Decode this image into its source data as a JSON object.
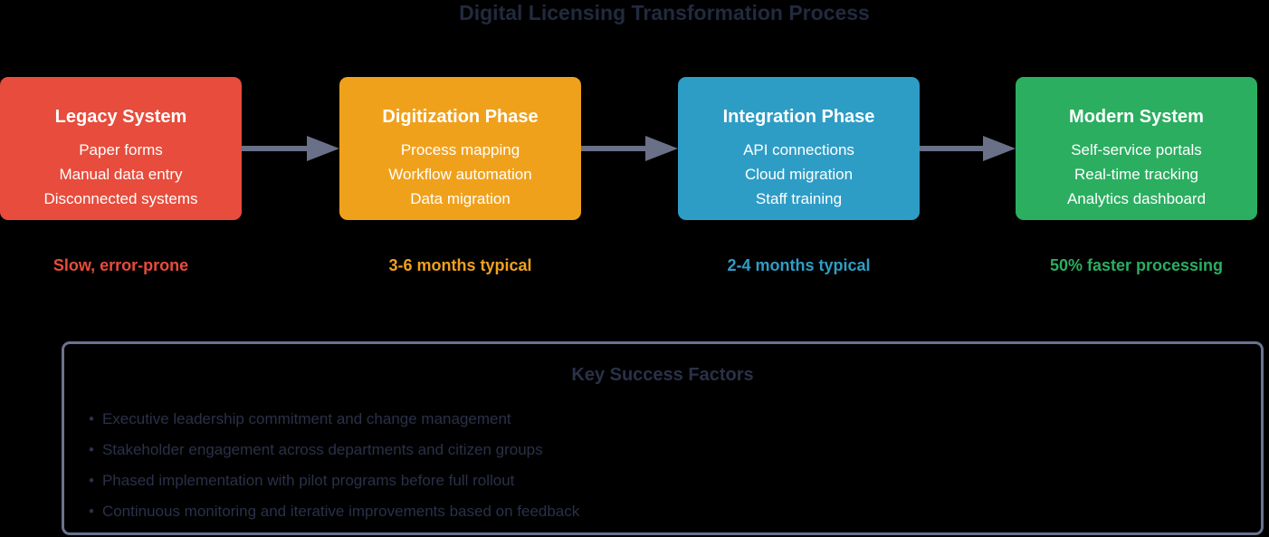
{
  "title": "Digital Licensing Transformation Process",
  "colors": {
    "background": "#000000",
    "heading_text": "#222A3E",
    "arrow": "#697087",
    "panel_border": "#6A7390",
    "panel_text": "#2A3148",
    "box_text": "#FFFFFF"
  },
  "stages": [
    {
      "title": "Legacy System",
      "items": [
        "Paper forms",
        "Manual data entry",
        "Disconnected systems"
      ],
      "note": "Slow, error-prone",
      "color": "#E74C3C"
    },
    {
      "title": "Digitization Phase",
      "items": [
        "Process mapping",
        "Workflow automation",
        "Data migration"
      ],
      "note": "3-6 months typical",
      "color": "#F0A11C"
    },
    {
      "title": "Integration Phase",
      "items": [
        "API connections",
        "Cloud migration",
        "Staff training"
      ],
      "note": "2-4 months typical",
      "color": "#2E9DC6"
    },
    {
      "title": "Modern System",
      "items": [
        "Self-service portals",
        "Real-time tracking",
        "Analytics dashboard"
      ],
      "note": "50% faster processing",
      "color": "#2BAE60"
    }
  ],
  "success_panel": {
    "title": "Key Success Factors",
    "bullets": [
      "Executive leadership commitment and change management",
      "Stakeholder engagement across departments and citizen groups",
      "Phased implementation with pilot programs before full rollout",
      "Continuous monitoring and iterative improvements based on feedback"
    ]
  }
}
